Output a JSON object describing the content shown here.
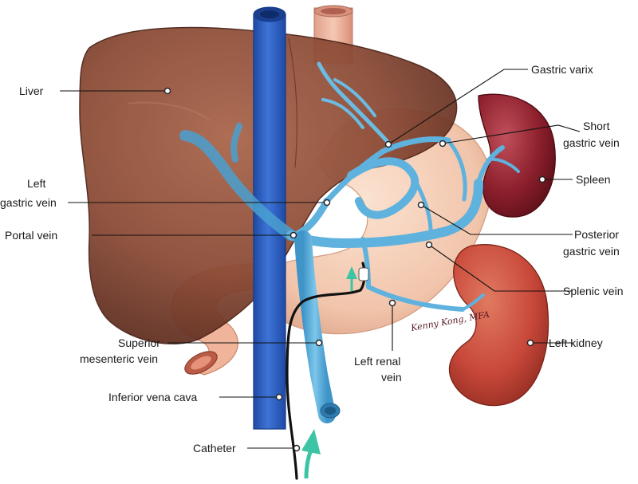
{
  "labels": {
    "liver": "Liver",
    "left_gastric_vein_1": "Left",
    "left_gastric_vein_2": "gastric vein",
    "portal_vein": "Portal vein",
    "superior_mesenteric_1": "Superior",
    "superior_mesenteric_2": "mesenteric vein",
    "inferior_vena_cava": "Inferior vena cava",
    "catheter": "Catheter",
    "gastric_varix": "Gastric varix",
    "short_gastric_1": "Short",
    "short_gastric_2": "gastric vein",
    "spleen": "Spleen",
    "posterior_gastric_1": "Posterior",
    "posterior_gastric_2": "gastric vein",
    "splenic_vein": "Splenic vein",
    "left_kidney": "Left kidney",
    "left_renal_1": "Left renal",
    "left_renal_2": "vein"
  },
  "signature": "Kenny Kong, MFA",
  "colors": {
    "liver": "#8a4a35",
    "spleen": "#8c1f2c",
    "kidney": "#c8483a",
    "stomach": "#f2c3a8",
    "intestine": "#f0b49a",
    "ivc": "#2f63c4",
    "portal": "#5fb2de",
    "catheter": "#111111",
    "arrow": "#3cc4a4"
  }
}
